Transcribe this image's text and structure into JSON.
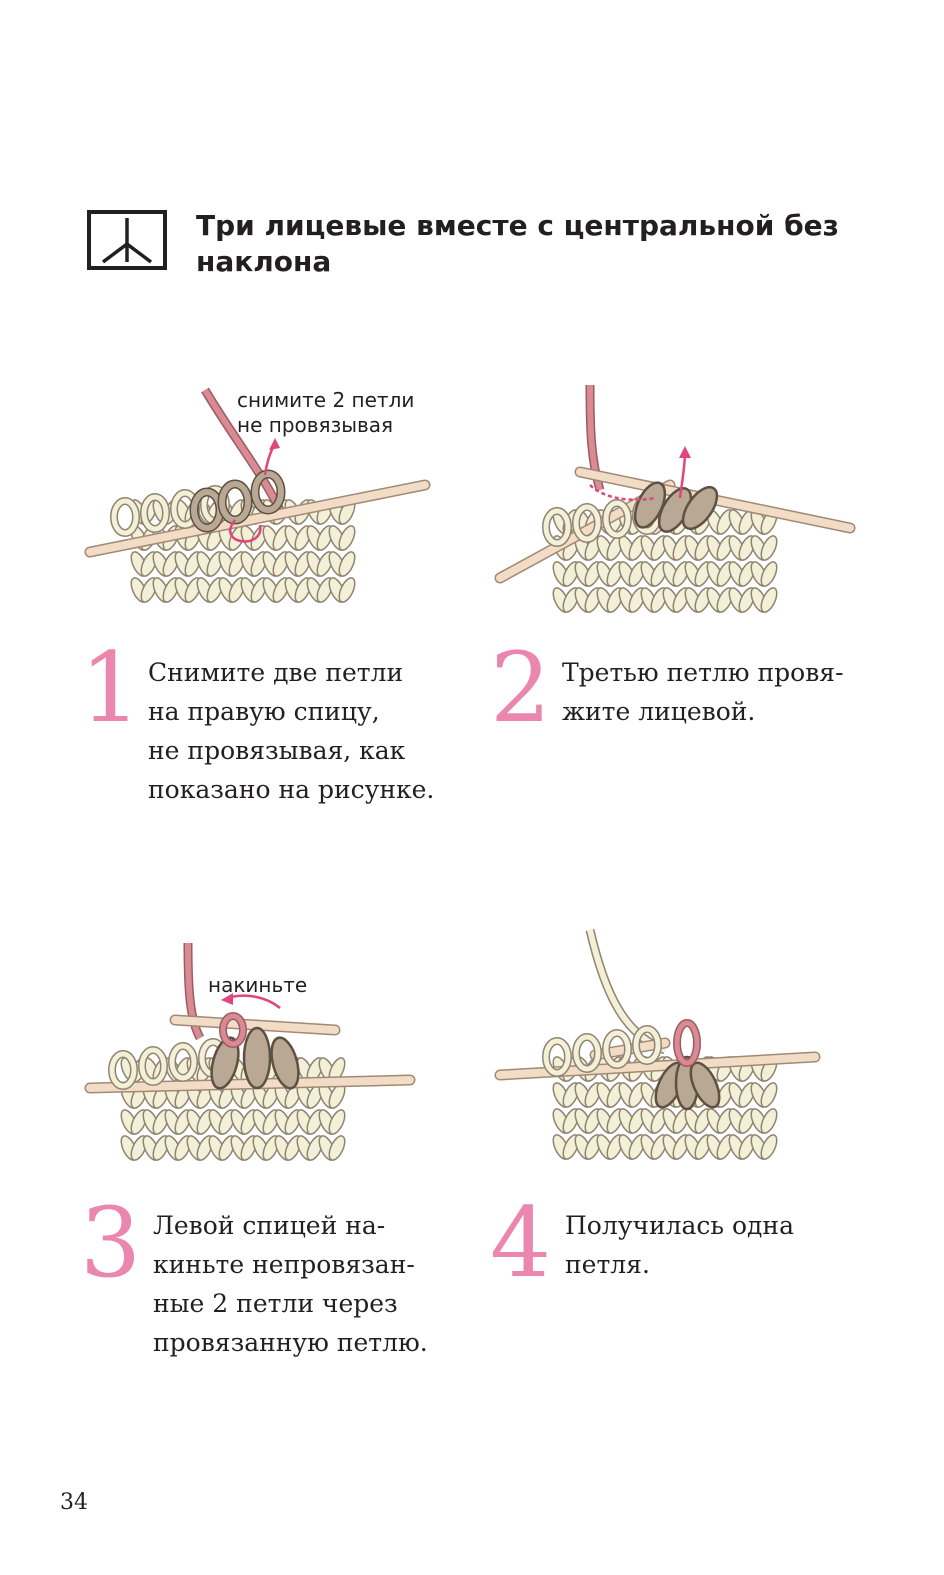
{
  "header": {
    "title": "Три лицевые вместе с центральной без наклона",
    "symbol_icon": "three-together-central-symbol-icon"
  },
  "colors": {
    "accent_pink": "#eb86ae",
    "yarn_cream": "#f4efd7",
    "yarn_taupe": "#b9a893",
    "yarn_pink": "#d98a92",
    "needle": "#f2dcc6",
    "ink": "#231f20"
  },
  "steps": [
    {
      "number": "1",
      "callout": [
        "снимите 2 петли",
        "не провязывая"
      ],
      "lines": [
        "Снимите две петли",
        "на правую спицу,",
        "не провязывая, как",
        "показано на рисунке."
      ]
    },
    {
      "number": "2",
      "callout": [],
      "lines": [
        "Третью петлю провя-",
        "жите лицевой."
      ]
    },
    {
      "number": "3",
      "callout": [
        "накиньте"
      ],
      "lines": [
        "Левой спицей на-",
        "киньте непровязан-",
        "ные 2 петли через",
        "провязанную петлю."
      ]
    },
    {
      "number": "4",
      "callout": [],
      "lines": [
        "Получилась одна",
        "петля."
      ]
    }
  ],
  "footer": {
    "page_number": "34"
  }
}
